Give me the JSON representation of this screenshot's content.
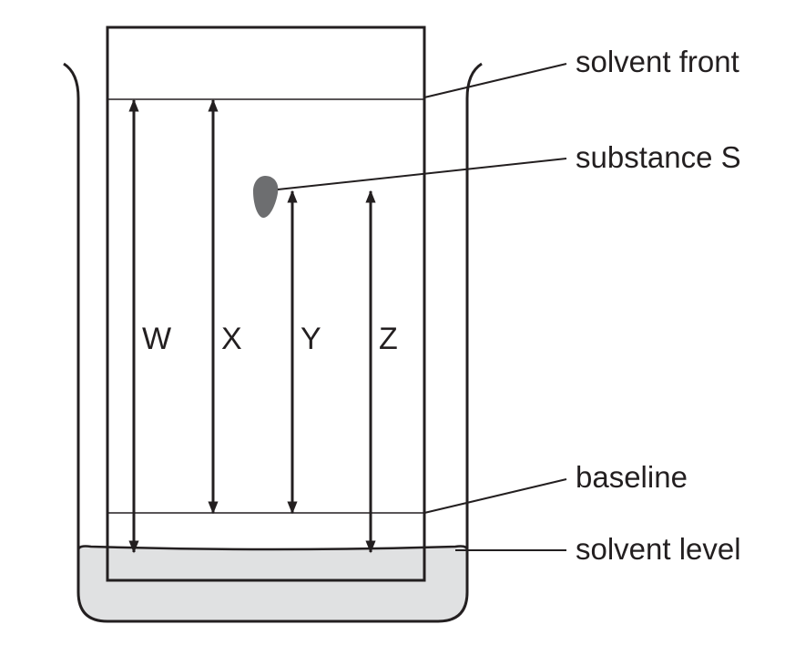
{
  "labels": {
    "solvent_front": "solvent front",
    "substance_s": "substance S",
    "baseline": "baseline",
    "solvent_level": "solvent level"
  },
  "distances": {
    "w": "W",
    "x": "X",
    "y": "Y",
    "z": "Z"
  },
  "colors": {
    "ink": "#231f20",
    "solvent": "#e0e1e2",
    "spot": "#6d6e70"
  }
}
